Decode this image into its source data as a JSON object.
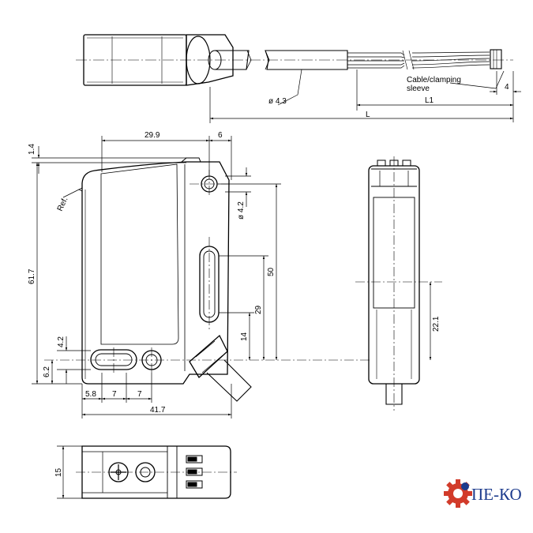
{
  "labels": {
    "d_29_9": "29.9",
    "d_6": "6",
    "d_1_4": "1.4",
    "d_ref": "Ref.",
    "d_61_7": "61.7",
    "d_4_2_hole": "ø 4.2",
    "d_50": "50",
    "d_29": "29",
    "d_14": "14",
    "d_4_2_left": "4.2",
    "d_6_2": "6.2",
    "d_5_8": "5.8",
    "d_7a": "7",
    "d_7b": "7",
    "d_41_7": "41.7",
    "d_22_1": "22.1",
    "d_15": "15",
    "d_cable_dia": "ø 4.3",
    "cable_note_1": "Cable/clamping",
    "cable_note_2": "sleeve",
    "d_4_conn": "4",
    "d_L1": "L1",
    "d_L": "L"
  },
  "logo": {
    "text": "ПЕ-КО",
    "gear_color": "#d23b2a",
    "text_color": "#1b3a8c"
  }
}
